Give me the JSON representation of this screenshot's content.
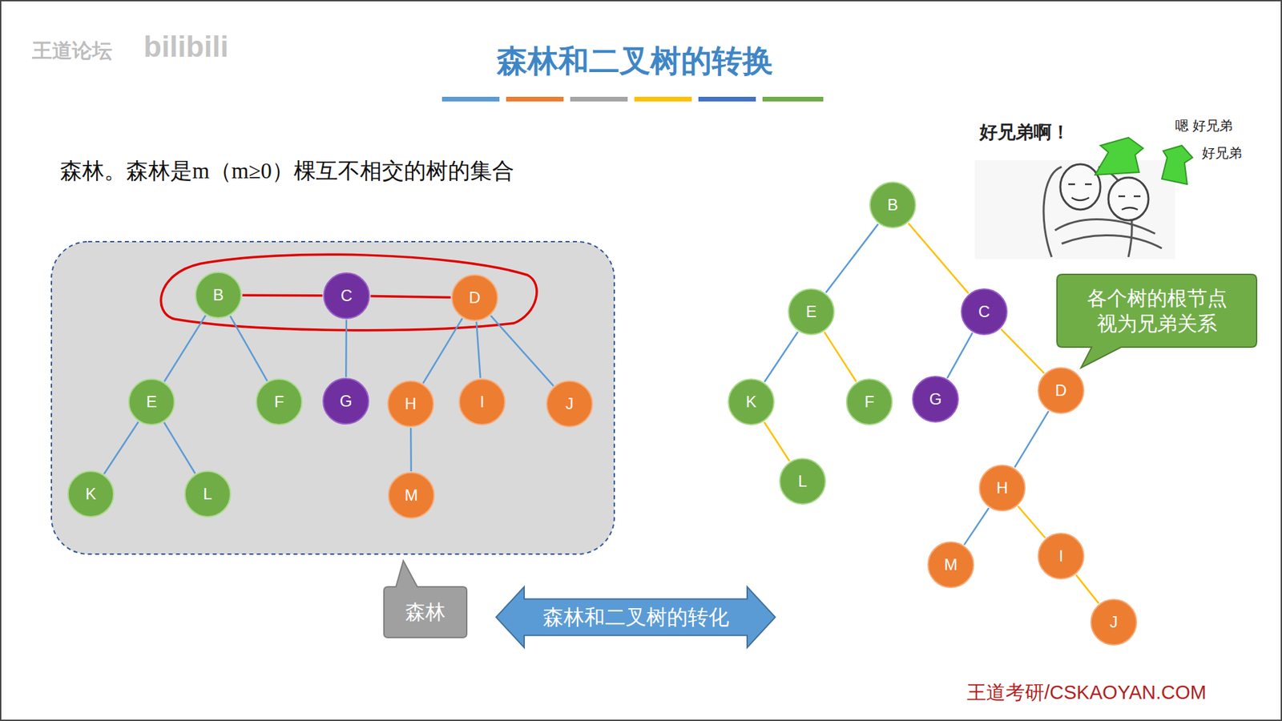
{
  "diagram": {
    "title": "森林和二叉树的转换",
    "nodes": [
      {
        "text": [
          "B"
        ]
      },
      {
        "text": [
          "C"
        ]
      },
      {
        "text": [
          "D"
        ]
      },
      {
        "text": [
          "E"
        ]
      },
      {
        "text": [
          "F"
        ]
      },
      {
        "text": [
          "G"
        ]
      },
      {
        "text": [
          "H"
        ]
      },
      {
        "text": [
          "I"
        ]
      },
      {
        "text": [
          "J"
        ]
      },
      {
        "text": [
          "K"
        ]
      },
      {
        "text": [
          "L"
        ]
      },
      {
        "text": [
          "M"
        ]
      },
      {
        "text": [
          "B"
        ]
      },
      {
        "text": [
          "E"
        ]
      },
      {
        "text": [
          "C"
        ]
      },
      {
        "text": [
          "K"
        ]
      },
      {
        "text": [
          "F"
        ]
      },
      {
        "text": [
          "G"
        ]
      },
      {
        "text": [
          "D"
        ]
      },
      {
        "text": [
          "L"
        ]
      },
      {
        "text": [
          "H"
        ]
      },
      {
        "text": [
          "M"
        ]
      },
      {
        "text": [
          "I"
        ]
      },
      {
        "text": [
          "J"
        ]
      },
      {
        "text": [
          "森林"
        ]
      },
      {
        "text": [
          "森林和二叉树的转化"
        ]
      },
      {
        "text": [
          "各个树的根节点 视为兄弟关系"
        ]
      }
    ],
    "edges": [
      {
        "from": 0,
        "to": 3,
        "arrow": "none"
      },
      {
        "from": 0,
        "to": 4,
        "arrow": "none"
      },
      {
        "from": 3,
        "to": 9,
        "arrow": "none"
      },
      {
        "from": 3,
        "to": 10,
        "arrow": "none"
      },
      {
        "from": 1,
        "to": 5,
        "arrow": "none"
      },
      {
        "from": 2,
        "to": 6,
        "arrow": "none"
      },
      {
        "from": 2,
        "to": 7,
        "arrow": "none"
      },
      {
        "from": 2,
        "to": 8,
        "arrow": "none"
      },
      {
        "from": 6,
        "to": 11,
        "arrow": "none"
      },
      {
        "from": 0,
        "to": 1,
        "arrow": "none"
      },
      {
        "from": 1,
        "to": 2,
        "arrow": "none"
      },
      {
        "from": 12,
        "to": 13,
        "arrow": "none"
      },
      {
        "from": 12,
        "to": 14,
        "arrow": "none"
      },
      {
        "from": 13,
        "to": 15,
        "arrow": "none"
      },
      {
        "from": 13,
        "to": 16,
        "arrow": "none"
      },
      {
        "from": 15,
        "to": 19,
        "arrow": "none"
      },
      {
        "from": 14,
        "to": 17,
        "arrow": "none"
      },
      {
        "from": 14,
        "to": 18,
        "arrow": "none"
      },
      {
        "from": 18,
        "to": 20,
        "arrow": "none"
      },
      {
        "from": 20,
        "to": 21,
        "arrow": "none"
      },
      {
        "from": 20,
        "to": 22,
        "arrow": "none"
      },
      {
        "from": 22,
        "to": 23,
        "arrow": "none"
      }
    ],
    "labels": [
      "王道论坛",
      "bilibili",
      "森林。森林是m（m≥0）棵互不相交的树的集合",
      "好兄弟啊！",
      "嗯 好兄弟",
      "好兄弟",
      "王道考研/CSKAOYAN.COM"
    ]
  }
}
